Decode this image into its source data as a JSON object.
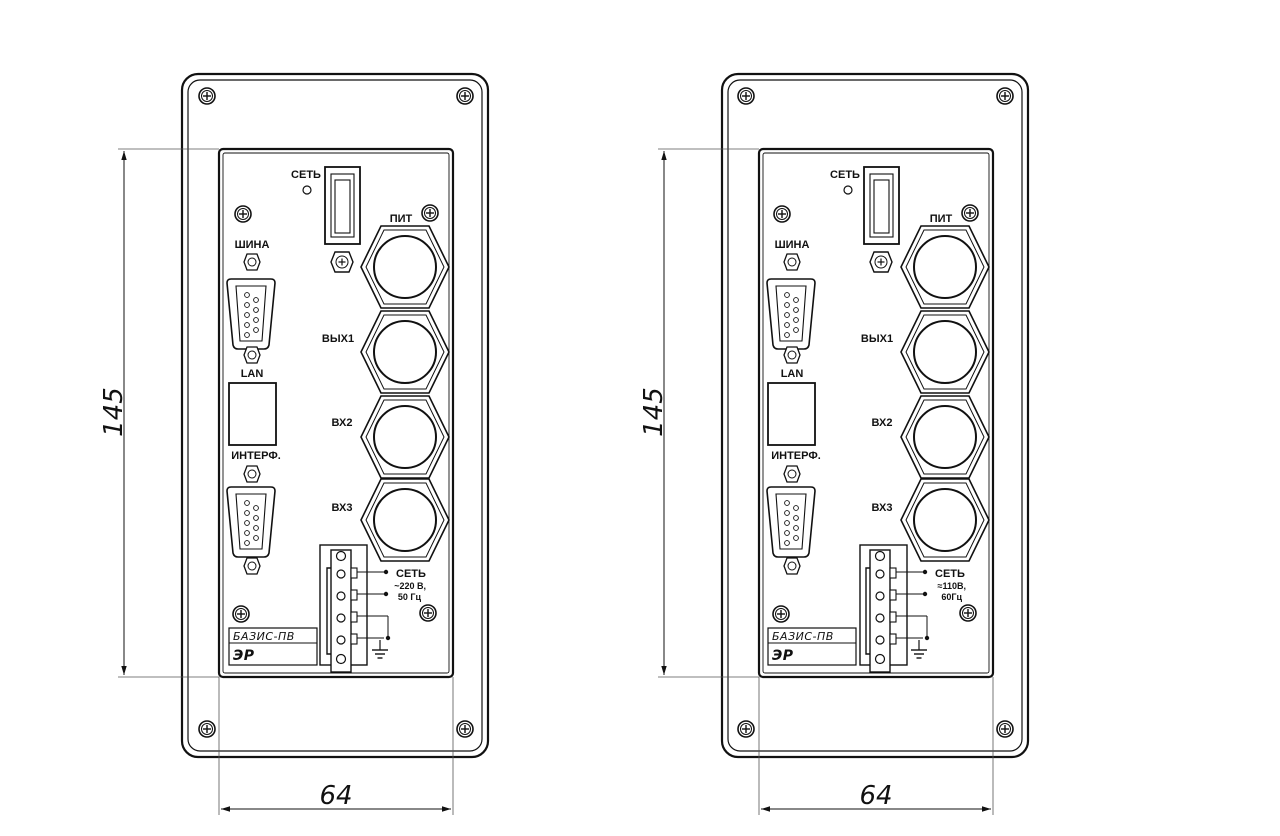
{
  "panels": [
    {
      "id": "panel-220",
      "labels": {
        "power_switch": "СЕТЬ",
        "supply": "ПИТ",
        "out1": "ВЫХ1",
        "in2": "ВХ2",
        "in3": "ВХ3",
        "bus": "ШИНА",
        "lan": "LAN",
        "interface": "ИНТЕРФ.",
        "mains": "СЕТЬ",
        "voltage": "~220 В,",
        "frequency": "50 Гц",
        "brand": "БАЗИС-ПВ",
        "logo": "ЭР"
      },
      "dimensions": {
        "height": "145",
        "width": "64"
      }
    },
    {
      "id": "panel-110",
      "labels": {
        "power_switch": "СЕТЬ",
        "supply": "ПИТ",
        "out1": "ВЫХ1",
        "in2": "ВХ2",
        "in3": "ВХ3",
        "bus": "ШИНА",
        "lan": "LAN",
        "interface": "ИНТЕРФ.",
        "mains": "СЕТЬ",
        "voltage": "≈110В,",
        "frequency": "60Гц",
        "brand": "БАЗИС-ПВ",
        "logo": "ЭР"
      },
      "dimensions": {
        "height": "145",
        "width": "64"
      }
    }
  ]
}
